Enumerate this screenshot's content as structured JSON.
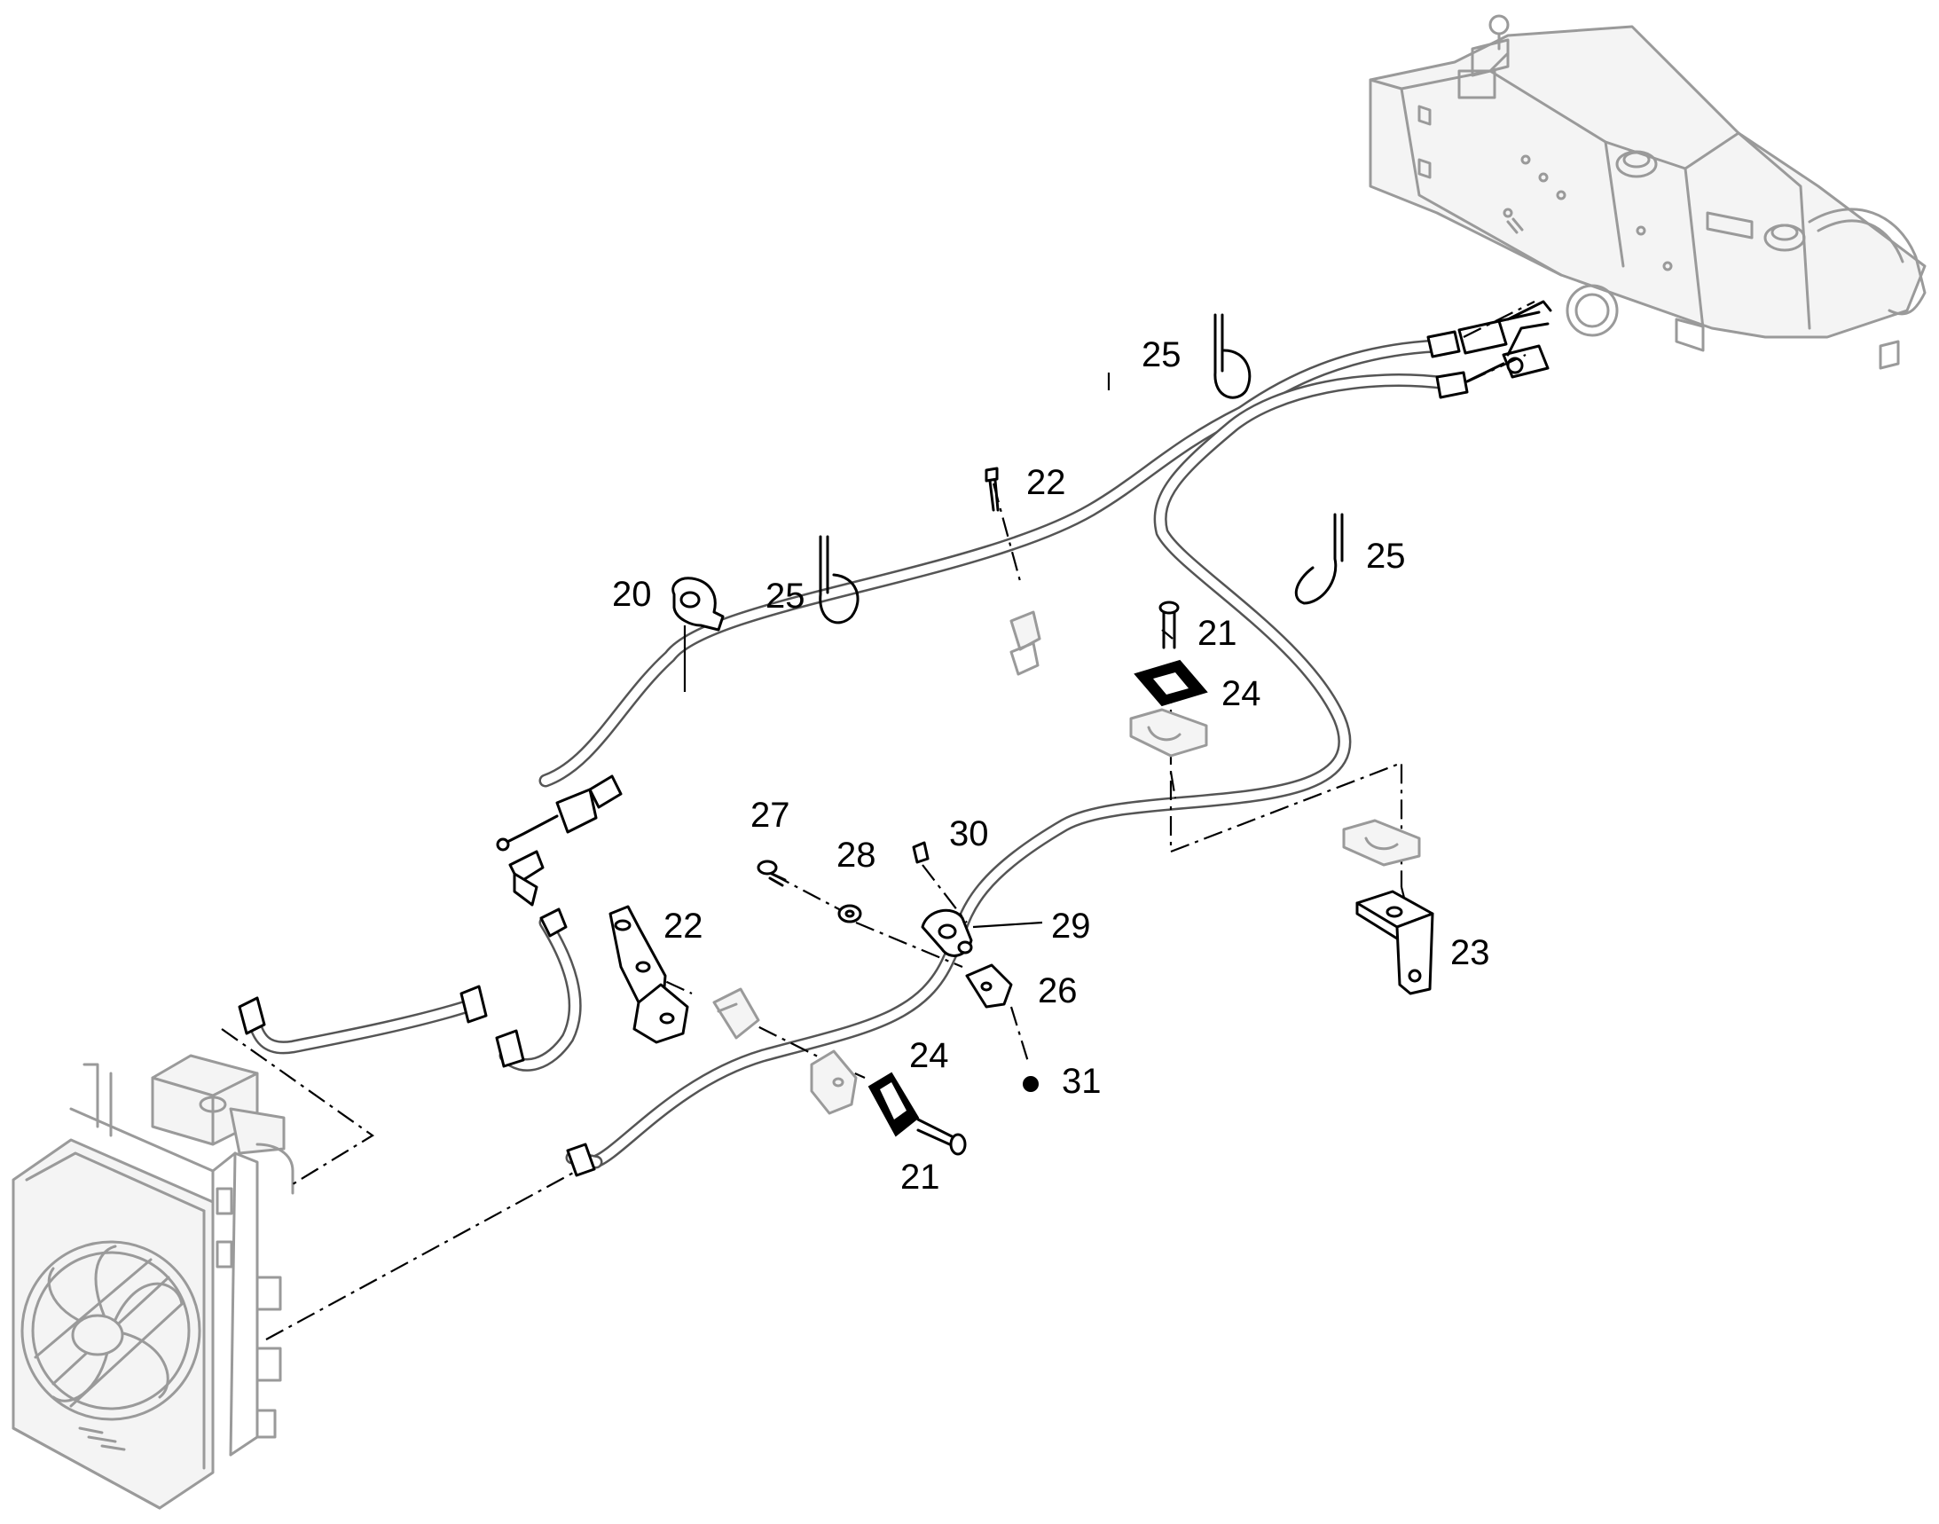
{
  "callouts": [
    {
      "id": "c20",
      "label": "20"
    },
    {
      "id": "c21a",
      "label": "21"
    },
    {
      "id": "c21b",
      "label": "21"
    },
    {
      "id": "c22a",
      "label": "22"
    },
    {
      "id": "c22b",
      "label": "22"
    },
    {
      "id": "c23",
      "label": "23"
    },
    {
      "id": "c24a",
      "label": "24"
    },
    {
      "id": "c24b",
      "label": "24"
    },
    {
      "id": "c25a",
      "label": "25"
    },
    {
      "id": "c25b",
      "label": "25"
    },
    {
      "id": "c25c",
      "label": "25"
    },
    {
      "id": "c26",
      "label": "26"
    },
    {
      "id": "c27",
      "label": "27"
    },
    {
      "id": "c28",
      "label": "28"
    },
    {
      "id": "c29",
      "label": "29"
    },
    {
      "id": "c30",
      "label": "30"
    },
    {
      "id": "c31",
      "label": "31"
    }
  ]
}
